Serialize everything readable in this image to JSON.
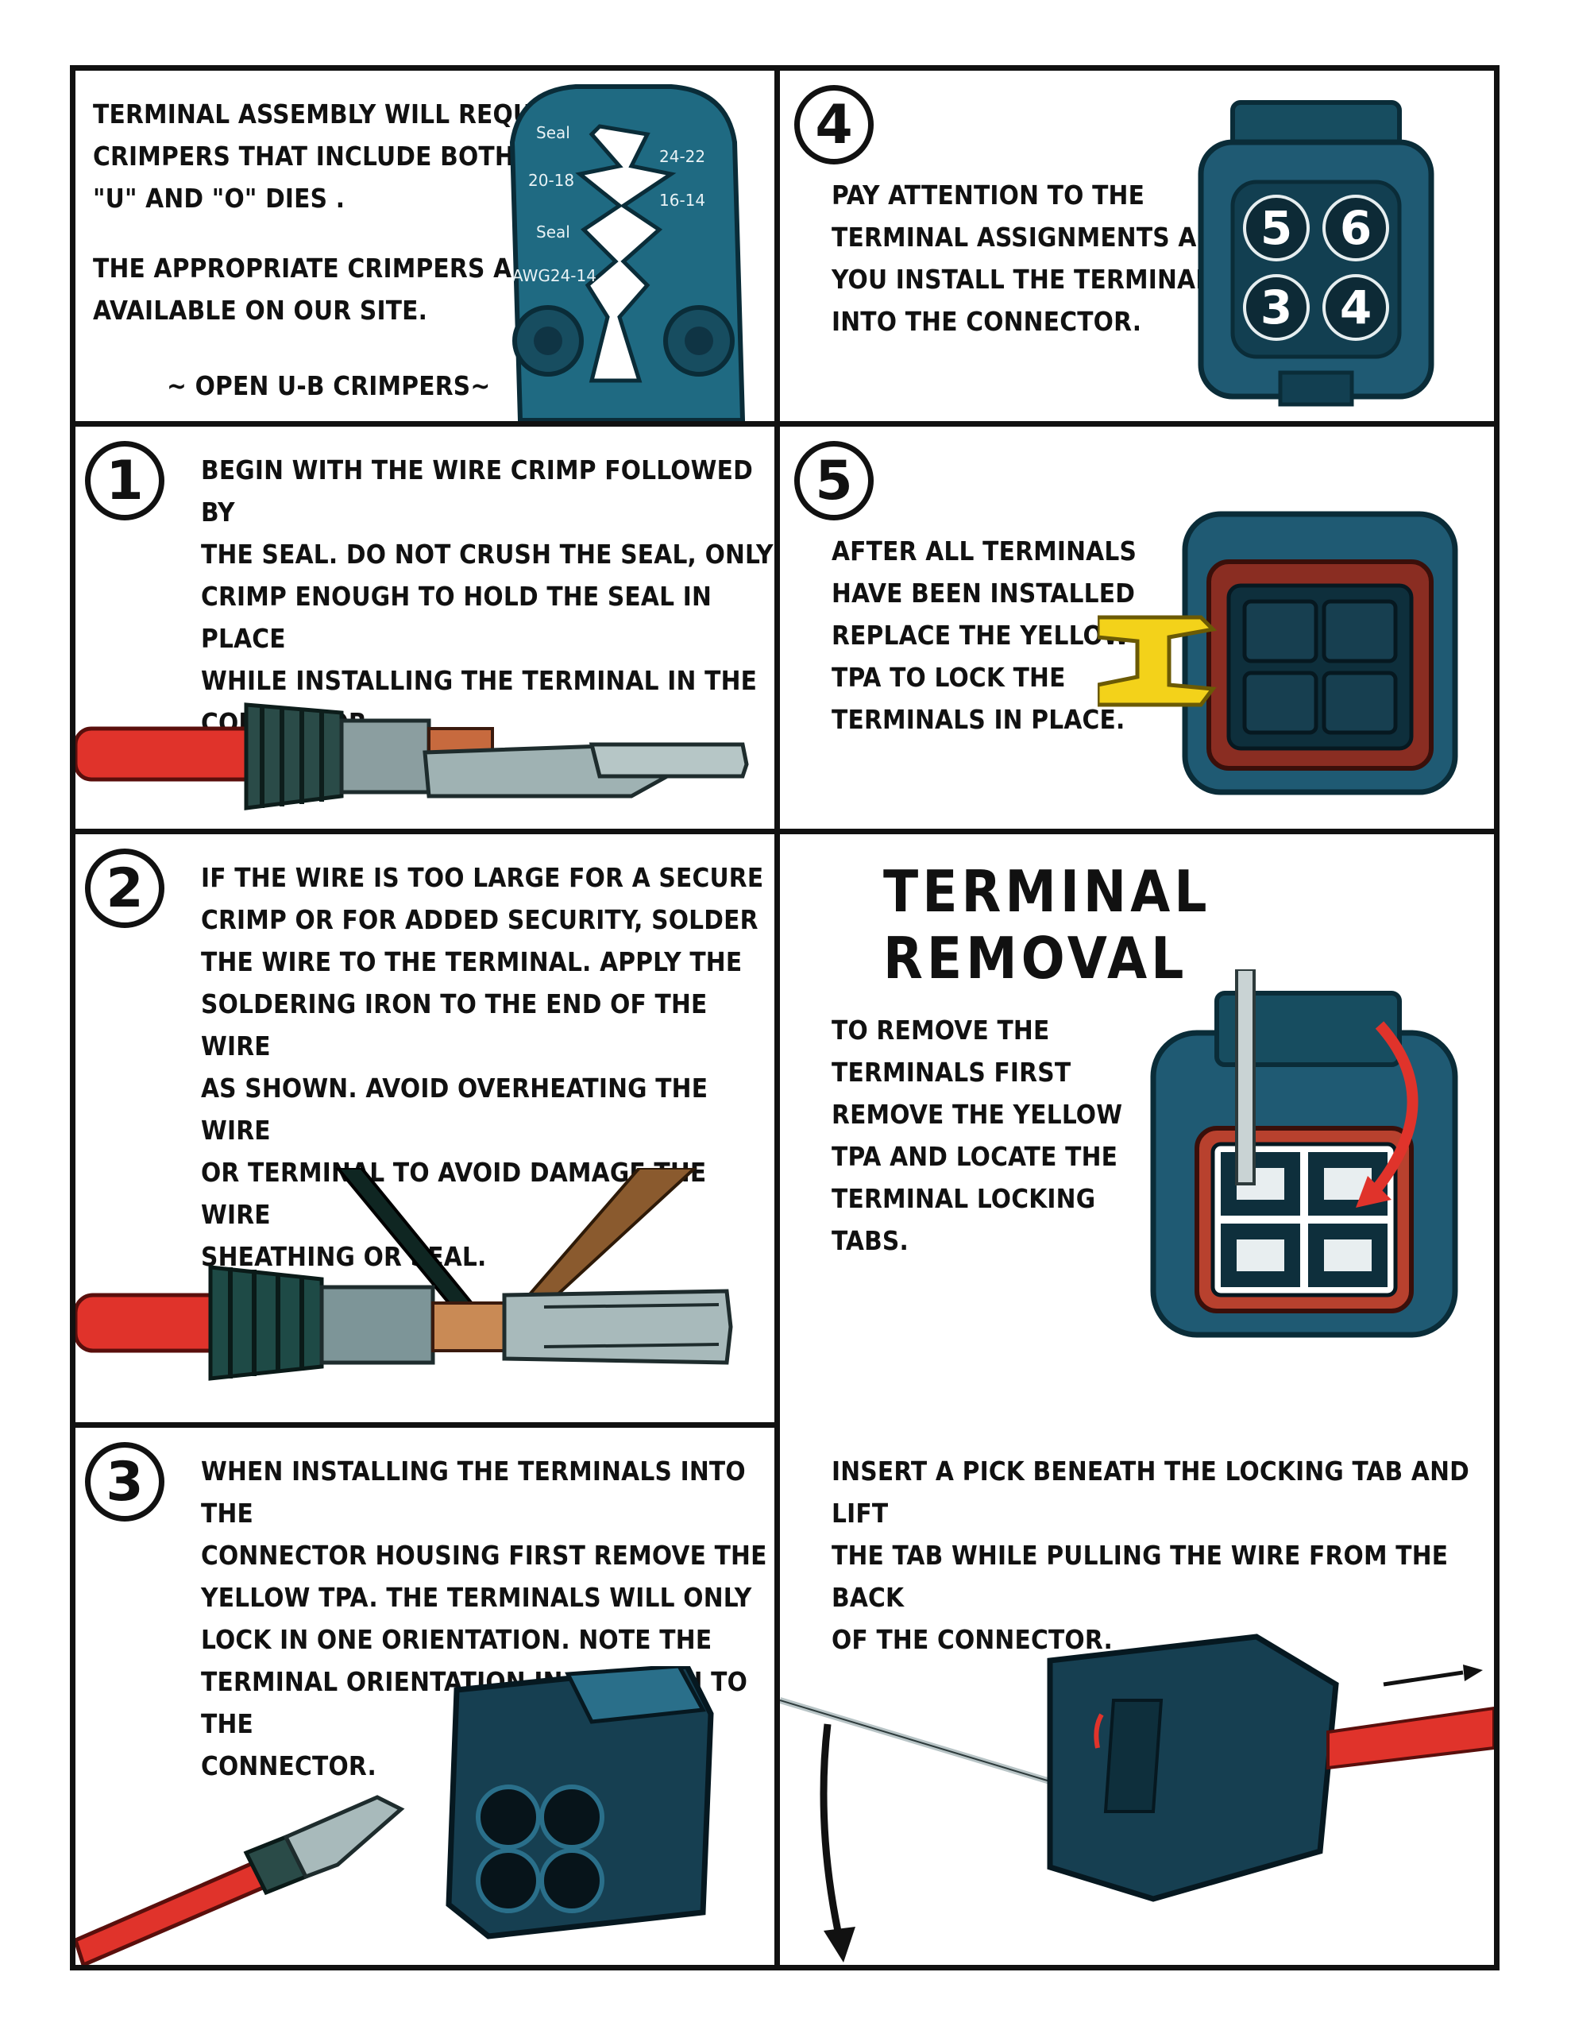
{
  "intro": {
    "text_1": "TERMINAL ASSEMBLY WILL REQUIRE\nCRIMPERS THAT INCLUDE BOTH OPEN\n\"U\" AND \"O\" DIES .",
    "text_2": "THE APPROPRIATE CRIMPERS ARE\nAVAILABLE ON OUR SITE.",
    "caption": "~ OPEN U-B CRIMPERS~",
    "crimper_labels": [
      "Seal",
      "24-22",
      "20-18",
      "16-14",
      "Seal",
      "AWG24-14"
    ]
  },
  "step1": {
    "number": "1",
    "text": "BEGIN WITH THE WIRE CRIMP FOLLOWED BY\nTHE SEAL. DO NOT CRUSH THE SEAL, ONLY\nCRIMP ENOUGH TO HOLD THE SEAL IN PLACE\nWHILE INSTALLING THE TERMINAL IN THE\nCONNECTOR."
  },
  "step2": {
    "number": "2",
    "text": "IF THE WIRE IS TOO LARGE FOR A SECURE\nCRIMP OR FOR ADDED SECURITY, SOLDER\nTHE WIRE TO THE TERMINAL. APPLY THE\nSOLDERING IRON TO THE END OF THE WIRE\nAS SHOWN. AVOID OVERHEATING THE WIRE\nOR TERMINAL TO AVOID DAMAGE THE WIRE\nSHEATHING OR SEAL."
  },
  "step3": {
    "number": "3",
    "text": "WHEN INSTALLING THE TERMINALS INTO THE\nCONNECTOR HOUSING FIRST REMOVE THE\nYELLOW TPA. THE TERMINALS WILL ONLY\nLOCK IN ONE ORIENTATION. NOTE THE\nTERMINAL ORIENTATION IN RELATION TO THE\nCONNECTOR."
  },
  "step4": {
    "number": "4",
    "text": "PAY ATTENTION TO THE\nTERMINAL ASSIGNMENTS AS\nYOU INSTALL THE TERMINALS\nINTO THE CONNECTOR.",
    "pins": [
      "5",
      "6",
      "3",
      "4"
    ]
  },
  "step5": {
    "number": "5",
    "text": "AFTER ALL TERMINALS\nHAVE BEEN INSTALLED\nREPLACE THE YELLOW\nTPA TO LOCK THE\nTERMINALS IN PLACE."
  },
  "removal": {
    "title": "TERMINAL REMOVAL",
    "text_1": "TO REMOVE THE\nTERMINALS FIRST\nREMOVE THE YELLOW\nTPA AND LOCATE THE\nTERMINAL LOCKING\nTABS.",
    "text_2": "INSERT A PICK BENEATH THE LOCKING TAB AND LIFT\nTHE TAB WHILE PULLING THE WIRE FROM THE BACK\nOF THE CONNECTOR."
  },
  "colors": {
    "connector": "#1f5a73",
    "connector_dark": "#0f3444",
    "wire": "#e0332b",
    "tpa": "#f3d21a",
    "border": "#111111"
  }
}
